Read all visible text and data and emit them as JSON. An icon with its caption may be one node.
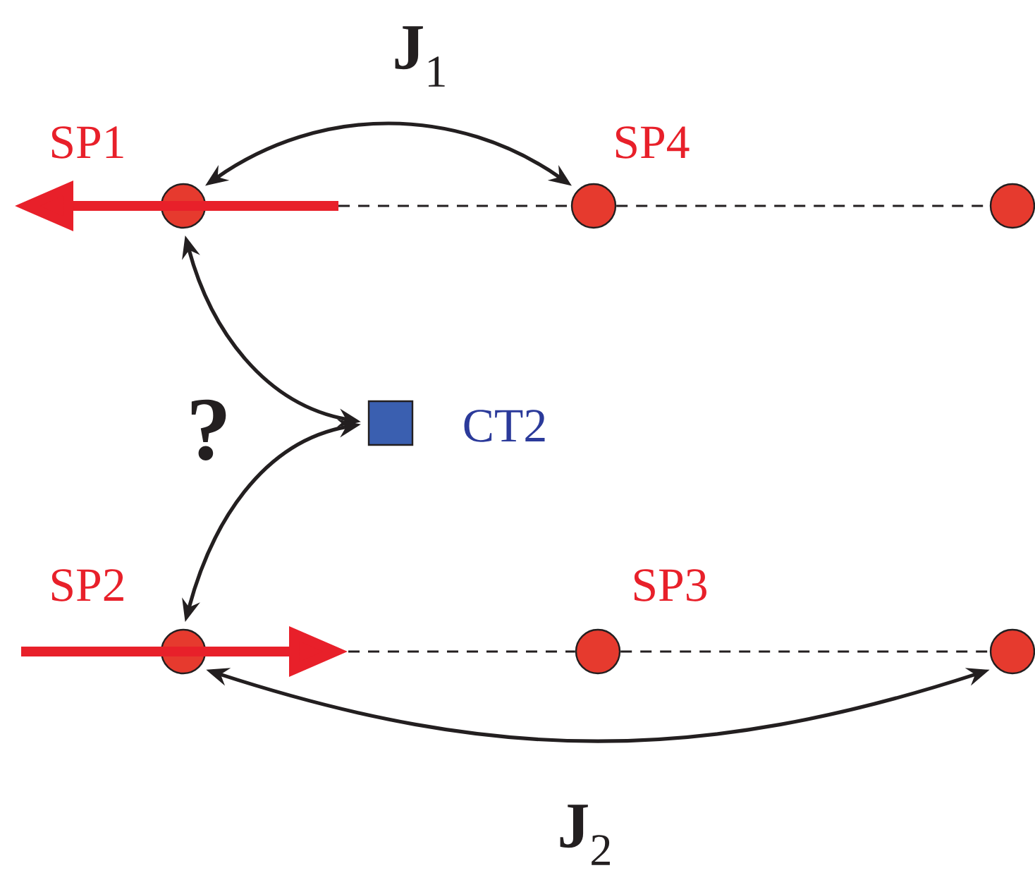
{
  "diagram": {
    "nodes": [
      {
        "text": [],
        "shape": "circle",
        "beside": [
          "SP1"
        ]
      },
      {
        "text": [],
        "shape": "circle",
        "beside": [
          "SP4"
        ]
      },
      {
        "text": [],
        "shape": "circle"
      },
      {
        "text": [],
        "shape": "box",
        "beside": [
          "CT2"
        ]
      },
      {
        "text": [],
        "shape": "circle",
        "beside": [
          "SP2"
        ]
      },
      {
        "text": [],
        "shape": "circle",
        "beside": [
          "SP3"
        ]
      },
      {
        "text": [],
        "shape": "circle"
      }
    ],
    "edges": [
      {
        "from": 0,
        "to": 1,
        "arrow": "both",
        "label": "**J**$_{1}$"
      },
      {
        "from": 4,
        "to": 6,
        "arrow": "both",
        "label": "**J**$_{2}$"
      },
      {
        "from": 0,
        "to": 3,
        "arrow": "both"
      },
      {
        "from": 3,
        "to": 4,
        "arrow": "both"
      },
      {
        "from": null,
        "to": 1,
        "arrow": "none",
        "style": "dashed"
      },
      {
        "from": 1,
        "to": 2,
        "arrow": "none",
        "style": "dashed"
      },
      {
        "from": null,
        "to": 5,
        "arrow": "none",
        "style": "dashed"
      },
      {
        "from": 5,
        "to": 6,
        "arrow": "none",
        "style": "dashed"
      }
    ],
    "labels": [
      "?"
    ]
  }
}
